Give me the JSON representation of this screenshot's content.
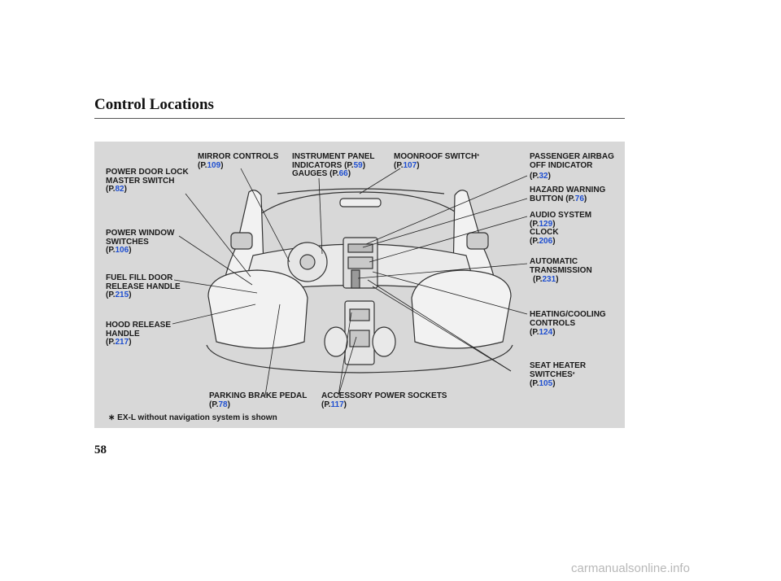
{
  "header": {
    "title": "Control Locations"
  },
  "labels": [
    {
      "id": "mirror",
      "lines": [
        "MIRROR CONTROLS"
      ],
      "page": "109"
    },
    {
      "id": "instrument",
      "lines": [
        "INSTRUMENT PANEL",
        "INDICATORS",
        "GAUGES"
      ],
      "pages": [
        "59",
        "66"
      ]
    },
    {
      "id": "moonroof",
      "lines": [
        "MOONROOF SWITCH"
      ],
      "page": "107",
      "star": true
    },
    {
      "id": "airbag",
      "lines": [
        "PASSENGER AIRBAG",
        "OFF INDICATOR"
      ],
      "page": "32"
    },
    {
      "id": "powerdoor",
      "lines": [
        "POWER DOOR LOCK",
        "MASTER SWITCH"
      ],
      "page": "82"
    },
    {
      "id": "hazard",
      "lines": [
        "HAZARD WARNING",
        "BUTTON"
      ],
      "page": "76"
    },
    {
      "id": "audio",
      "lines": [
        "AUDIO SYSTEM"
      ],
      "page": "129"
    },
    {
      "id": "clock",
      "lines": [
        "CLOCK"
      ],
      "page": "206"
    },
    {
      "id": "powerwindow",
      "lines": [
        "POWER WINDOW",
        "SWITCHES"
      ],
      "page": "106"
    },
    {
      "id": "automatic",
      "lines": [
        "AUTOMATIC",
        "TRANSMISSION"
      ],
      "page": "231"
    },
    {
      "id": "fuel",
      "lines": [
        "FUEL FILL DOOR",
        "RELEASE HANDLE"
      ],
      "page": "215"
    },
    {
      "id": "heating",
      "lines": [
        "HEATING/COOLING",
        "CONTROLS"
      ],
      "page": "124"
    },
    {
      "id": "hood",
      "lines": [
        "HOOD RELEASE",
        "HANDLE"
      ],
      "page": "217"
    },
    {
      "id": "seatheater",
      "lines": [
        "SEAT HEATER",
        "SWITCHES"
      ],
      "page": "105",
      "star": true
    },
    {
      "id": "parking",
      "lines": [
        "PARKING BRAKE PEDAL"
      ],
      "page": "78"
    },
    {
      "id": "accessory",
      "lines": [
        "ACCESSORY POWER SOCKETS"
      ],
      "page": "117"
    }
  ],
  "page_prefix": "(P.",
  "page_suffix": ")",
  "star_symbol": "*",
  "footnote": {
    "symbol": "∗",
    "text": "EX-L without navigation system is shown"
  },
  "page_number": "58",
  "watermark": "carmanualsonline.info"
}
